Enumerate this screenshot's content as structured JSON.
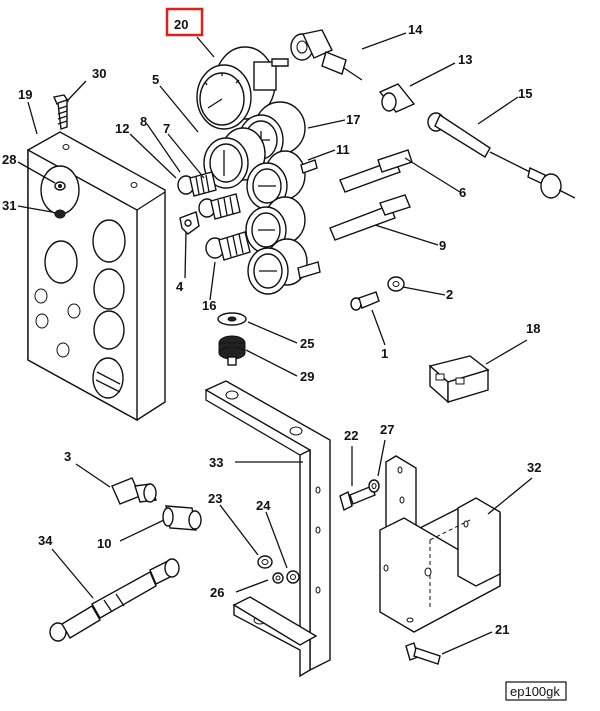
{
  "callouts": {
    "c1": "1",
    "c2": "2",
    "c3": "3",
    "c4": "4",
    "c5": "5",
    "c6": "6",
    "c7": "7",
    "c8": "8",
    "c9": "9",
    "c10": "10",
    "c11": "11",
    "c12": "12",
    "c13": "13",
    "c14": "14",
    "c15": "15",
    "c16": "16",
    "c17": "17",
    "c18": "18",
    "c19": "19",
    "c20": "20",
    "c21": "21",
    "c22": "22",
    "c23": "23",
    "c24": "24",
    "c25": "25",
    "c26": "26",
    "c27": "27",
    "c28": "28",
    "c29": "29",
    "c30": "30",
    "c31": "31",
    "c32": "32",
    "c33": "33",
    "c34": "34"
  },
  "figure_id": "ep100gk",
  "highlighted_callout": "20",
  "highlight_color": "#e0201b"
}
